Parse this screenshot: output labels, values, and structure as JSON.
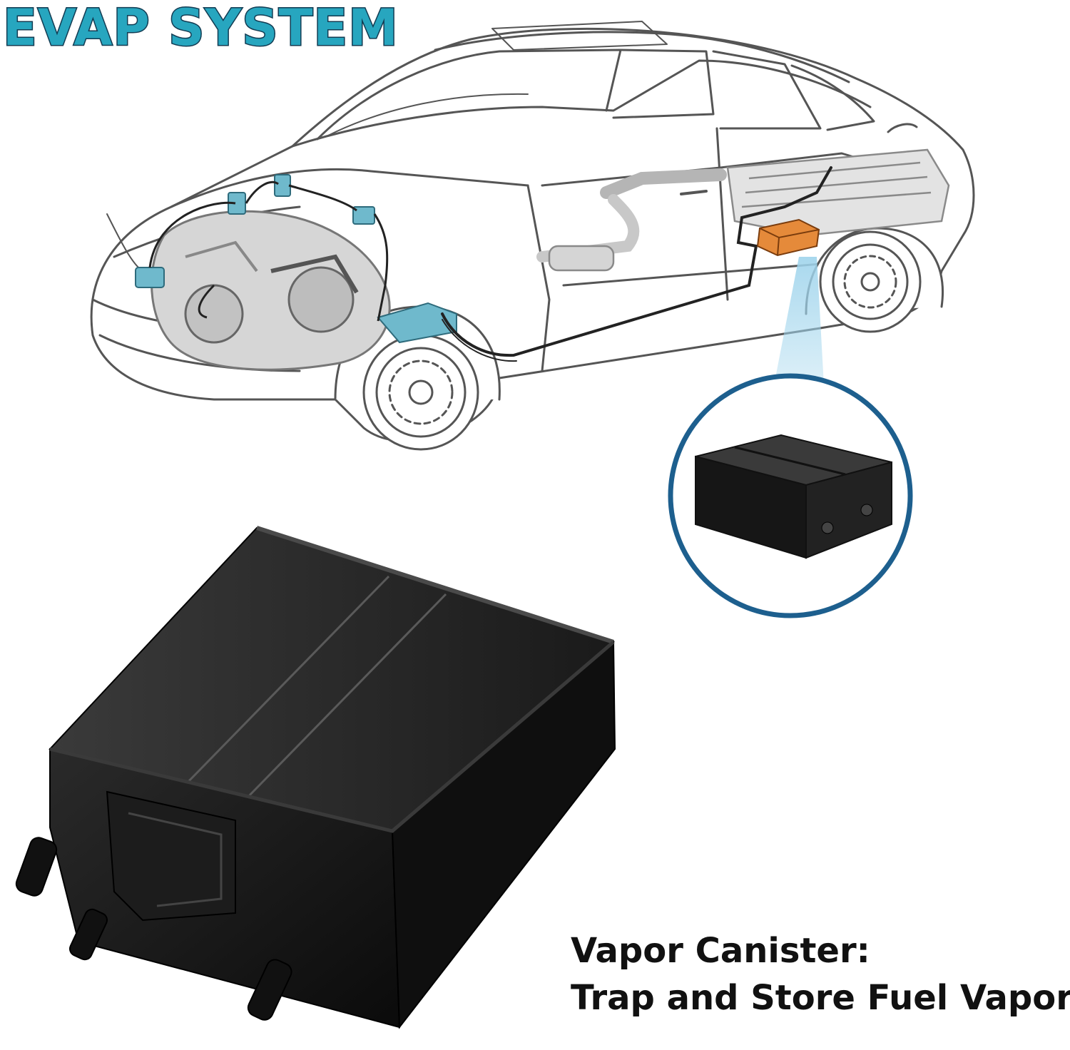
{
  "headline": "EVAP SYSTEM",
  "caption": {
    "line1": "Vapor Canister:",
    "line2": "Trap and Store Fuel Vapors"
  },
  "colors": {
    "headline_fill": "#27a6bf",
    "headline_outline": "#123b52",
    "canister_highlight": "#e58a3a",
    "callout_ring": "#1d5f8e",
    "callout_beam": "#9fd4ec",
    "engine_parts": "#6fb9cc",
    "canister_body": "#141414"
  },
  "icons": [
    "car-cutaway-illustration",
    "engine-illustration",
    "vapor-canister-illustration"
  ]
}
